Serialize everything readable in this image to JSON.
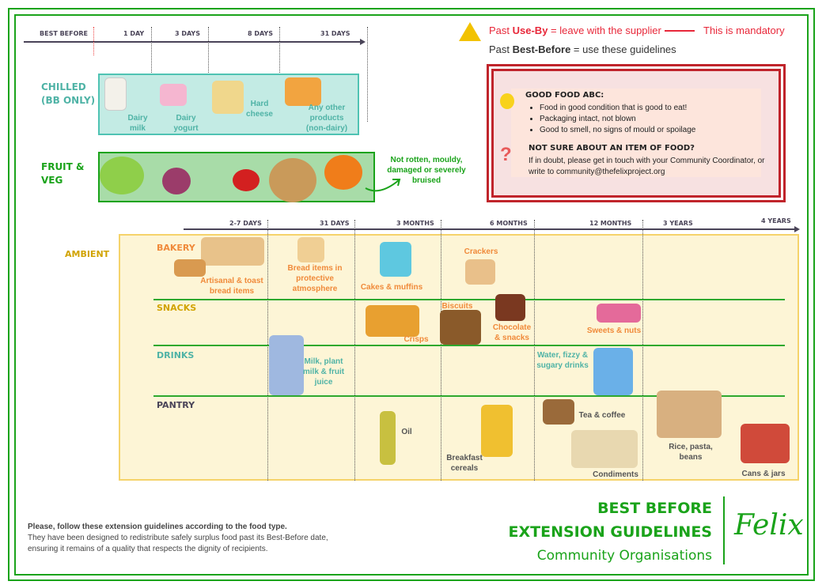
{
  "timeline_top": {
    "start": "BEST BEFORE",
    "ticks": [
      "1 DAY",
      "3 DAYS",
      "8 DAYS",
      "31 DAYS"
    ]
  },
  "chilled": {
    "label": "CHILLED (BB ONLY)",
    "items": [
      "Dairy milk",
      "Dairy yogurt",
      "Hard cheese",
      "Any other products (non-dairy)"
    ]
  },
  "fruit_veg": {
    "label": "FRUIT & VEG",
    "note": "Not rotten, mouldy, damaged or severely bruised"
  },
  "warning": {
    "use_by_prefix": "Past ",
    "use_by_bold": "Use-By",
    "use_by_rest": " = leave with the supplier",
    "mandatory": "This is mandatory",
    "bb_prefix": "Past ",
    "bb_bold": "Best-Before",
    "bb_rest": " = use these guidelines"
  },
  "good_food": {
    "title": "GOOD FOOD ABC:",
    "bullets": [
      "Food in good condition that is good to eat!",
      "Packaging intact, not blown",
      "Good to smell, no signs of mould or spoilage"
    ],
    "unsure_title": "NOT SURE ABOUT AN ITEM OF FOOD?",
    "unsure_text": "If in doubt, please get in touch with your Community Coordinator, or write to community@thefelixproject.org"
  },
  "timeline_ambient": {
    "ticks": [
      "2-7 DAYS",
      "31 DAYS",
      "3 MONTHS",
      "6 MONTHS",
      "12 MONTHS",
      "3 YEARS",
      "4 YEARS"
    ]
  },
  "ambient": {
    "label": "AMBIENT",
    "rows": [
      "BAKERY",
      "SNACKS",
      "DRINKS",
      "PANTRY"
    ],
    "items": {
      "artisanal": "Artisanal & toast bread items",
      "protective": "Bread items in protective atmosphere",
      "cakes": "Cakes & muffins",
      "crackers": "Crackers",
      "crisps": "Crisps",
      "biscuits": "Biscuits",
      "chocolate": "Chocolate & snacks",
      "sweets": "Sweets & nuts",
      "milk": "Milk, plant milk & fruit juice",
      "water": "Water, fizzy & sugary drinks",
      "oil": "Oil",
      "cereals": "Breakfast cereals",
      "tea": "Tea & coffee",
      "condiments": "Condiments",
      "rice": "Rice, pasta, beans",
      "cans": "Cans & jars"
    }
  },
  "footer": {
    "bold": "Please, follow these extension guidelines according to the food type.",
    "text": "They have been designed to redistribute safely surplus food past its Best-Before date, ensuring it remains of a quality that respects the dignity of recipients."
  },
  "title": {
    "line1": "BEST BEFORE",
    "line2": "EXTENSION GUIDELINES",
    "line3": "Community Organisations",
    "logo": "Felix"
  }
}
